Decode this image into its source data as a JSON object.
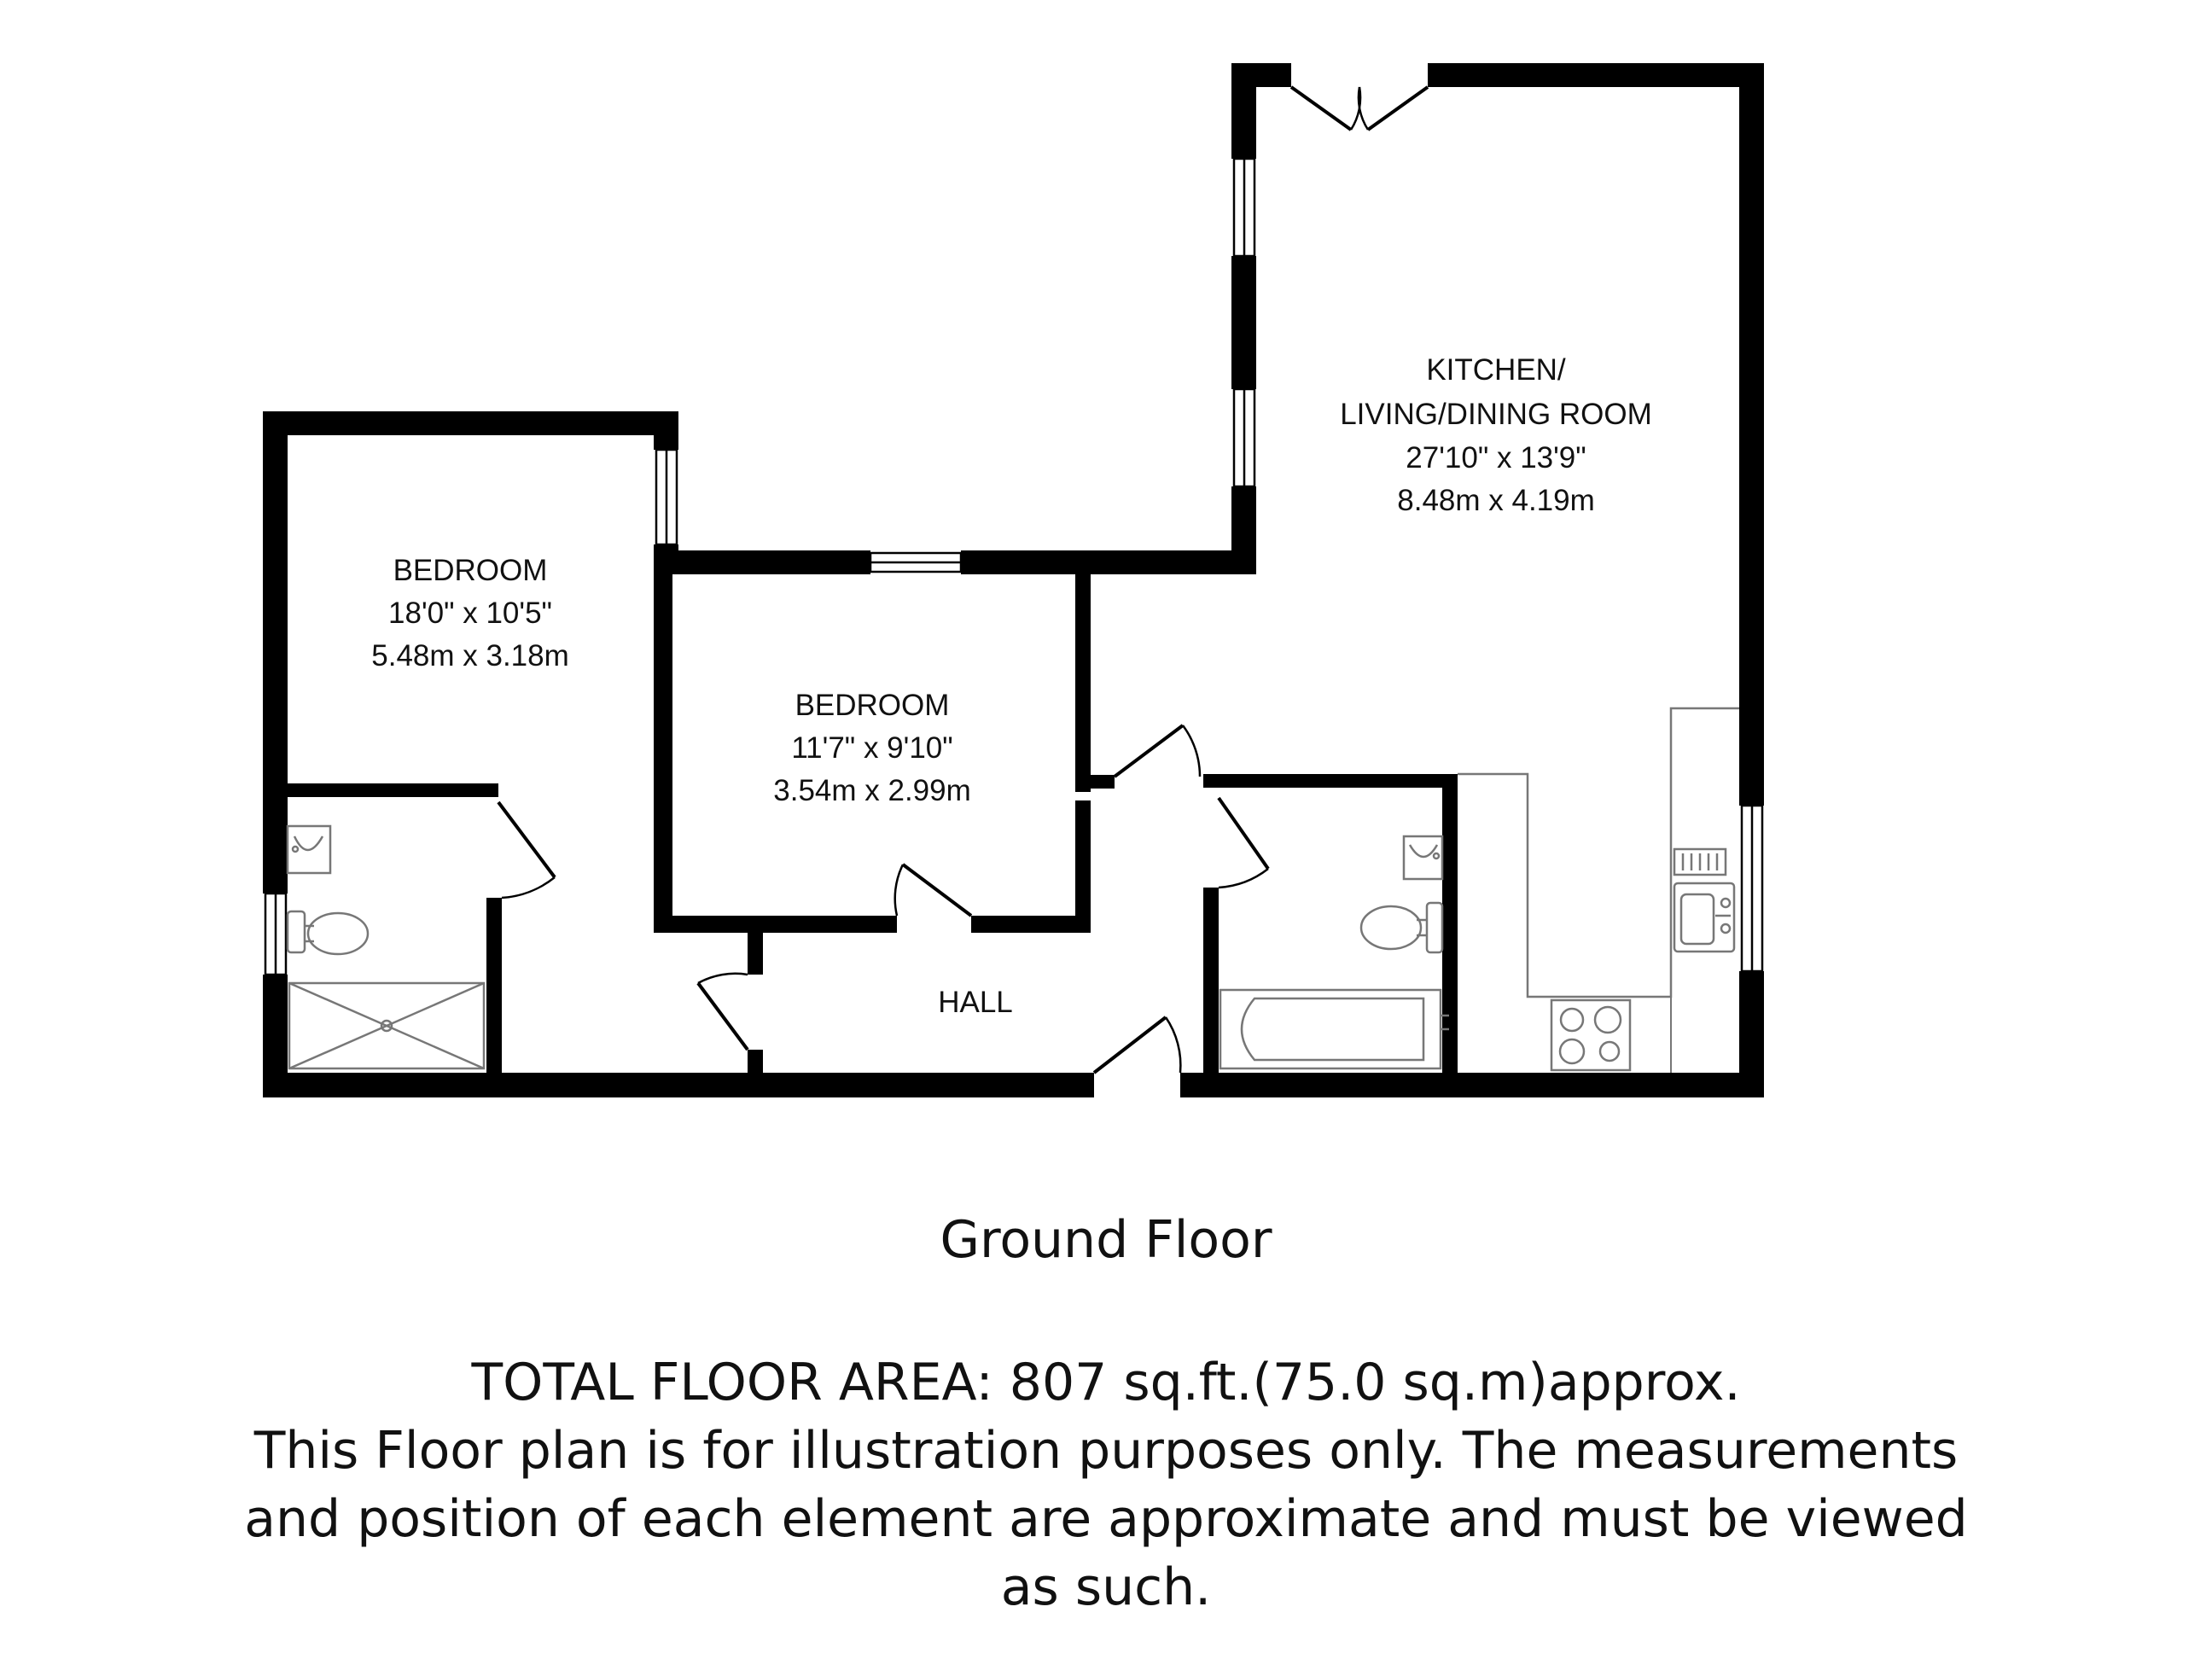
{
  "rooms": {
    "kitchen": {
      "line1": "KITCHEN/",
      "line2": "LIVING/DINING ROOM",
      "imperial": "27'10\" x 13'9\"",
      "metric": "8.48m x 4.19m"
    },
    "bedroom1": {
      "name": "BEDROOM",
      "imperial": "18'0\" x 10'5\"",
      "metric": "5.48m x 3.18m"
    },
    "bedroom2": {
      "name": "BEDROOM",
      "imperial": "11'7\" x 9'10\"",
      "metric": "3.54m x 2.99m"
    },
    "hall": {
      "name": "HALL"
    }
  },
  "floor_name": "Ground Floor",
  "total_area": "TOTAL FLOOR AREA: 807 sq.ft.(75.0 sq.m)approx.",
  "disclaimer": {
    "line1": "This Floor plan is for illustration purposes only. The measurements",
    "line2": "and position of each element are approximate and must be viewed",
    "line3": "as such."
  },
  "colors": {
    "wall": "#000000",
    "fixture": "#888888",
    "background": "#ffffff"
  }
}
